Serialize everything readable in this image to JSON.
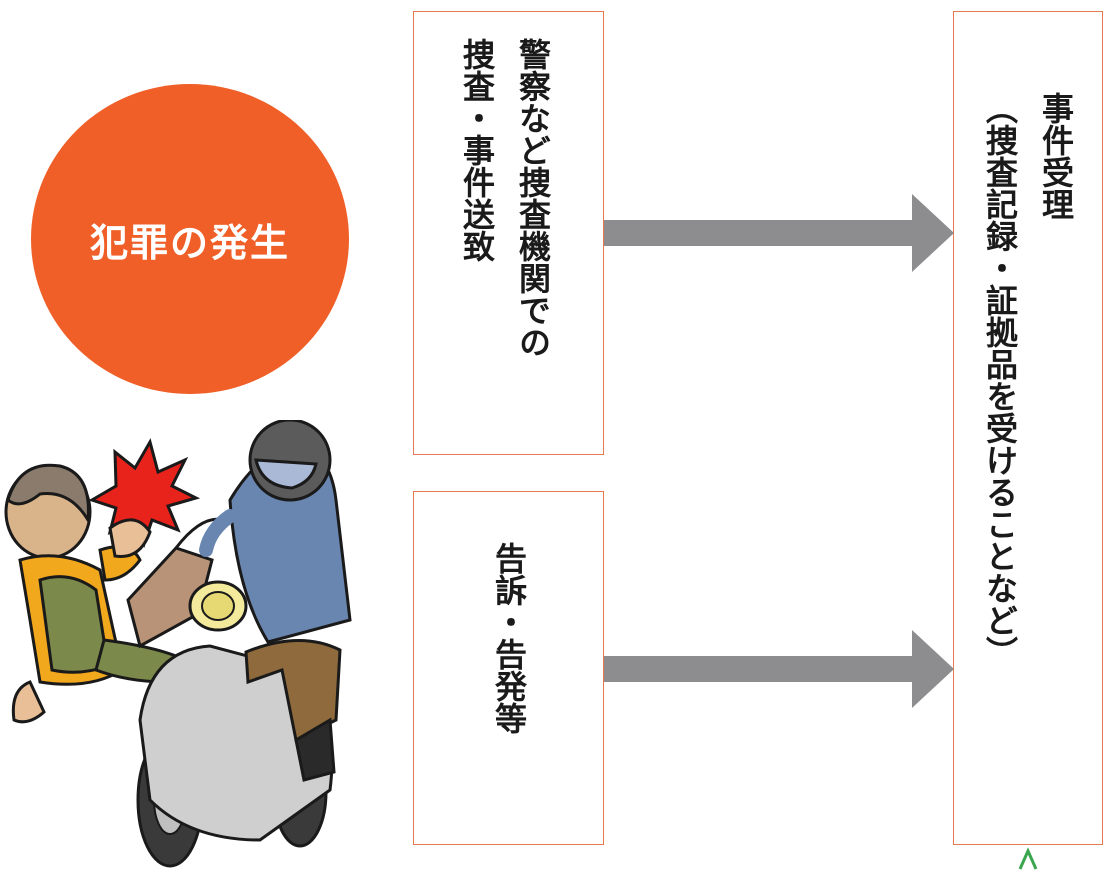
{
  "colors": {
    "circle": "#f05f28",
    "box_border": "#e57a52",
    "arrow": "#8d8d8f",
    "caret": "#3aa64f"
  },
  "occurrence": {
    "label": "犯罪の発生"
  },
  "box_police": {
    "line1": "警察など捜査機関での",
    "line2": "捜査・事件送致"
  },
  "box_complaint": {
    "text": "告訴・告発等"
  },
  "box_receipt": {
    "line1": "事件受理",
    "line2": "（捜査記録・証拠品を受けることなど）"
  },
  "illustration": {
    "icon": "purse-snatching-scene-illustration"
  },
  "caret": {
    "icon": "chevron-up-icon"
  }
}
